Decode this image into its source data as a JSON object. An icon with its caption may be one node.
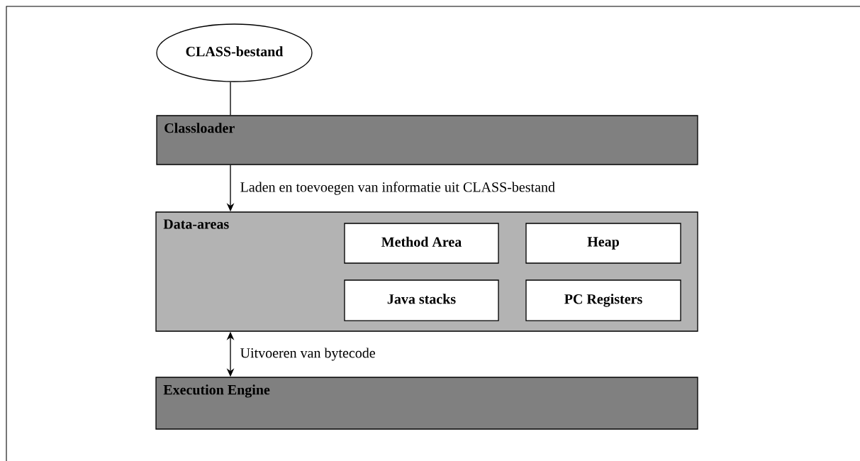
{
  "diagram": {
    "nodes": [
      {
        "text": [
          "CLASS-bestand"
        ]
      },
      {
        "text": [
          "Classloader"
        ]
      },
      {
        "text": [
          "Data-areas"
        ]
      },
      {
        "text": [
          "Method Area"
        ],
        "in": 2
      },
      {
        "text": [
          "Heap"
        ],
        "in": 2
      },
      {
        "text": [
          "Java stacks"
        ],
        "in": 2
      },
      {
        "text": [
          "PC Registers"
        ],
        "in": 2
      },
      {
        "text": [
          "Execution Engine"
        ]
      }
    ],
    "edges": [
      {
        "from": 0,
        "to": 1,
        "arrow": "none"
      },
      {
        "from": 1,
        "to": 2,
        "arrow": "to",
        "label": "Laden en toevoegen van informatie uit CLASS-bestand"
      },
      {
        "from": 2,
        "to": 7,
        "arrow": "both",
        "label": "Uitvoeren van bytecode"
      }
    ]
  }
}
